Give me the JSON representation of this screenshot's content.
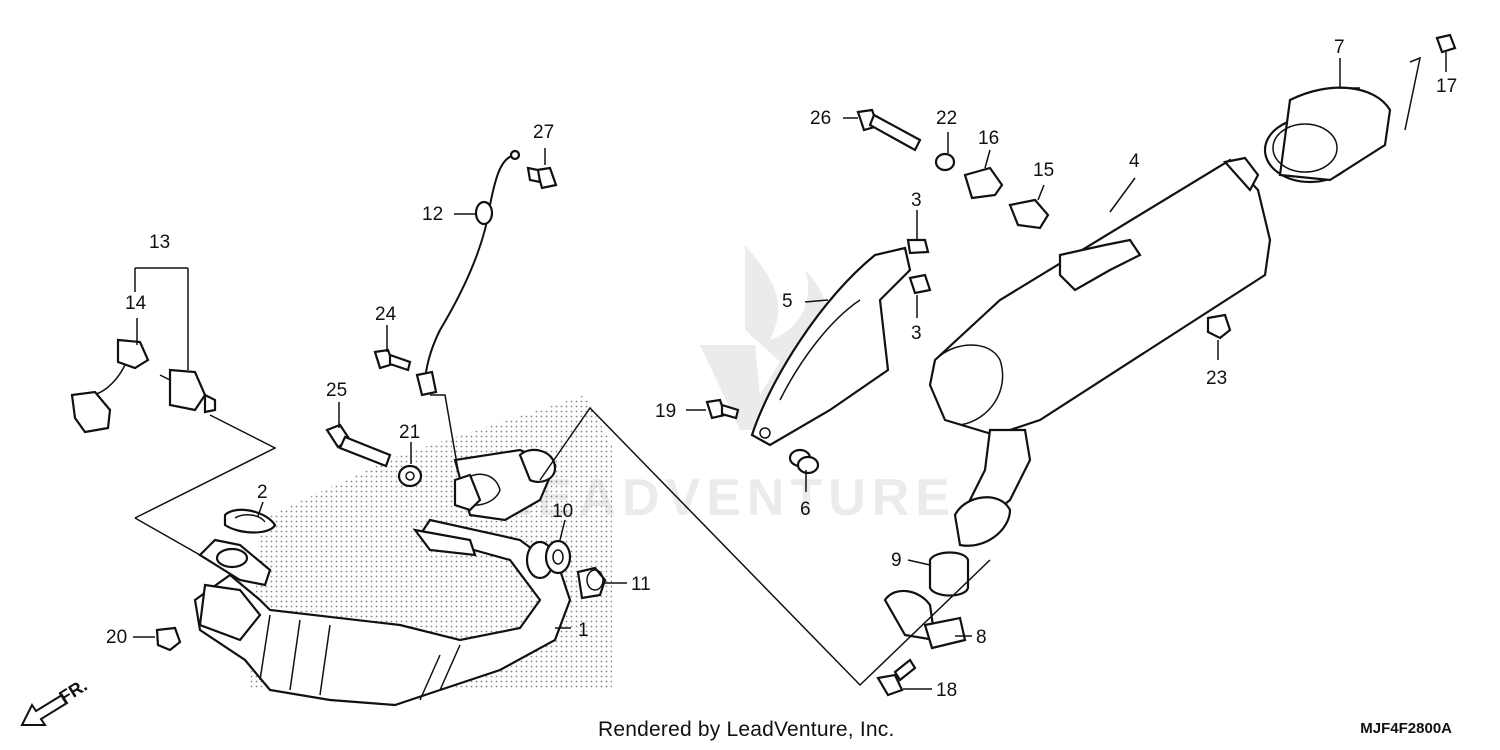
{
  "diagram": {
    "direction_label": "FR.",
    "footer_text": "Rendered by LeadVenture, Inc.",
    "diagram_code": "MJF4F2800A",
    "watermark": "LEADVENTURE"
  },
  "callouts": {
    "p1": "1",
    "p2": "2",
    "p3a": "3",
    "p3b": "3",
    "p4": "4",
    "p5": "5",
    "p6": "6",
    "p7": "7",
    "p8": "8",
    "p9": "9",
    "p10": "10",
    "p11": "11",
    "p12": "12",
    "p13": "13",
    "p14": "14",
    "p15": "15",
    "p16": "16",
    "p17": "17",
    "p18": "18",
    "p19": "19",
    "p20": "20",
    "p21": "21",
    "p22": "22",
    "p23": "23",
    "p24": "24",
    "p25": "25",
    "p26": "26",
    "p27": "27"
  }
}
